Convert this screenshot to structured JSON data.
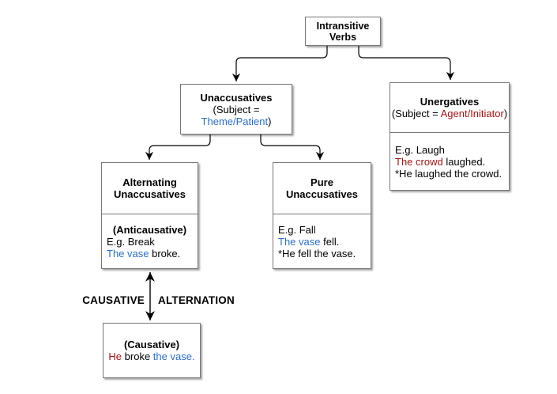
{
  "diagram": {
    "type": "tree-flowchart",
    "topic": "Classification of intransitive verbs",
    "colors": {
      "theme_blue": "#2a6fc9",
      "agent_red": "#a81414",
      "line_black": "#000000",
      "box_border_gray": "#777777"
    }
  },
  "root": {
    "line1": "Intransitive",
    "line2": "Verbs"
  },
  "unaccusatives": {
    "title": "Unaccusatives",
    "sub_pre": "(Subject = ",
    "sub_colored": "Theme/Patient",
    "sub_post": ")"
  },
  "unergatives": {
    "title": "Unergatives",
    "sub_pre": "(Subject = ",
    "sub_colored": "Agent/Initiator",
    "sub_post": ")",
    "eg": "E.g. Laugh",
    "ex1_colored": "The crowd",
    "ex1_rest": " laughed.",
    "ex2": "*He laughed the crowd."
  },
  "alternating": {
    "title1": "Alternating",
    "title2": "Unaccusatives",
    "subhead": "(Anticausative)",
    "eg": "E.g. Break",
    "ex1_colored": "The vase",
    "ex1_rest": " broke."
  },
  "pure": {
    "title1": "Pure",
    "title2": "Unaccusatives",
    "eg": "E.g. Fall",
    "ex1_colored": "The vase",
    "ex1_rest": " fell.",
    "ex2": "*He fell the vase."
  },
  "causative": {
    "subhead": "(Causative)",
    "ex_red": "He",
    "ex_mid": " broke ",
    "ex_blue": "the vase."
  },
  "alternation_label": {
    "left": "CAUSATIVE",
    "right": "ALTERNATION"
  }
}
